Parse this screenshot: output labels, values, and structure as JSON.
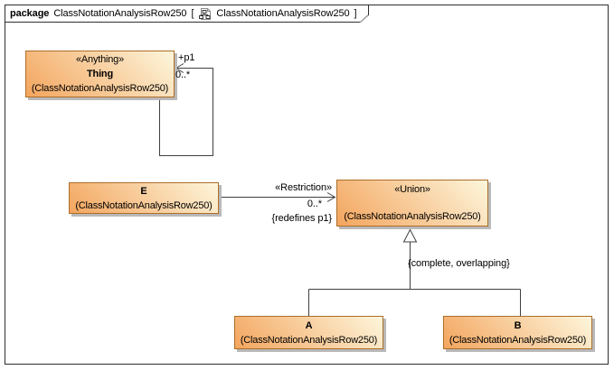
{
  "frame": {
    "keyword": "package",
    "package_name": "ClassNotationAnalysisRow250",
    "bracket_open": "[",
    "diagram_name": "ClassNotationAnalysisRow250",
    "bracket_close": "]"
  },
  "colors": {
    "node_fill_light": "#fdf6dc",
    "node_fill_dark": "#f3a55e",
    "node_border": "#ad6d28",
    "shadow": "#b9b9b9",
    "line": "#3f3f3f",
    "frame_border": "#2e2e2e"
  },
  "nodes": {
    "thing": {
      "stereotype": "«Anything»",
      "name": "Thing",
      "qualifier": "(ClassNotationAnalysisRow250)"
    },
    "e": {
      "name": "E",
      "qualifier": "(ClassNotationAnalysisRow250)"
    },
    "union": {
      "stereotype": "«Union»",
      "name": "",
      "qualifier": "(ClassNotationAnalysisRow250)"
    },
    "a": {
      "name": "A",
      "qualifier": "(ClassNotationAnalysisRow250)"
    },
    "b": {
      "name": "B",
      "qualifier": "(ClassNotationAnalysisRow250)"
    }
  },
  "edges": {
    "self_association": {
      "role": "+p1",
      "multiplicity": "0..*"
    },
    "restriction": {
      "stereotype": "«Restriction»",
      "multiplicity": "0..*",
      "constraint": "{redefines p1}"
    },
    "generalization": {
      "constraint": "{complete, overlapping}"
    }
  }
}
